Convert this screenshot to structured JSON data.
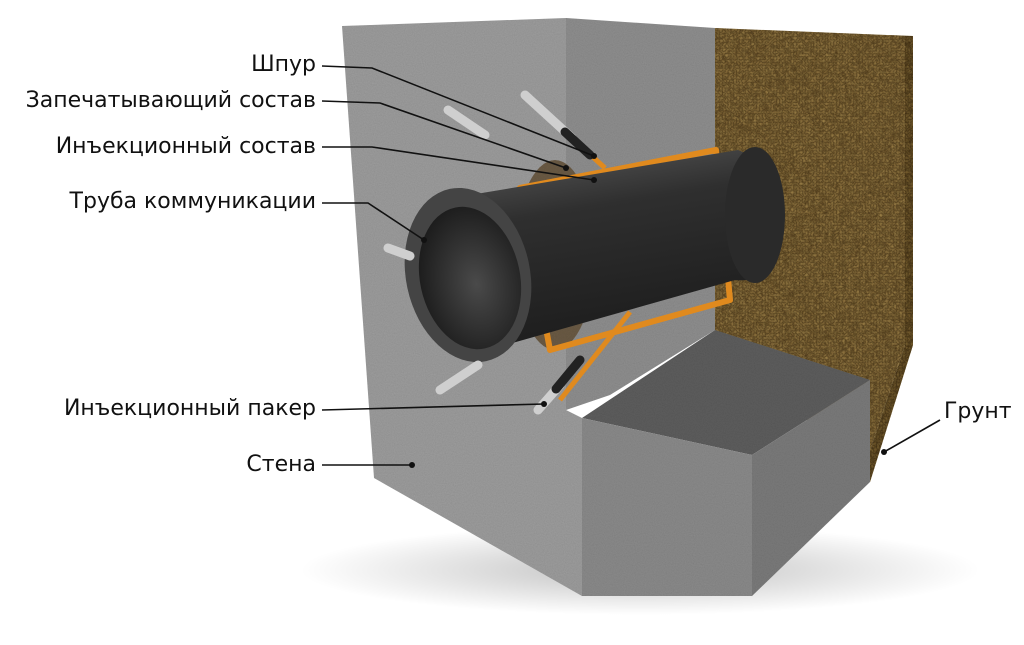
{
  "labels": {
    "shpur": "Шпур",
    "sealing": "Запечатывающий состав",
    "injection_compound": "Инъекционный состав",
    "pipe": "Труба коммуникации",
    "packer": "Инъекционный пакер",
    "wall": "Стена",
    "soil": "Грунт"
  },
  "colors": {
    "concrete_light": "#9a9a9a",
    "concrete_dark": "#6f6f6f",
    "soil": "#a8956a",
    "pipe": "#3a3a3a",
    "injection": "#e08a1e",
    "leader": "#111111"
  }
}
